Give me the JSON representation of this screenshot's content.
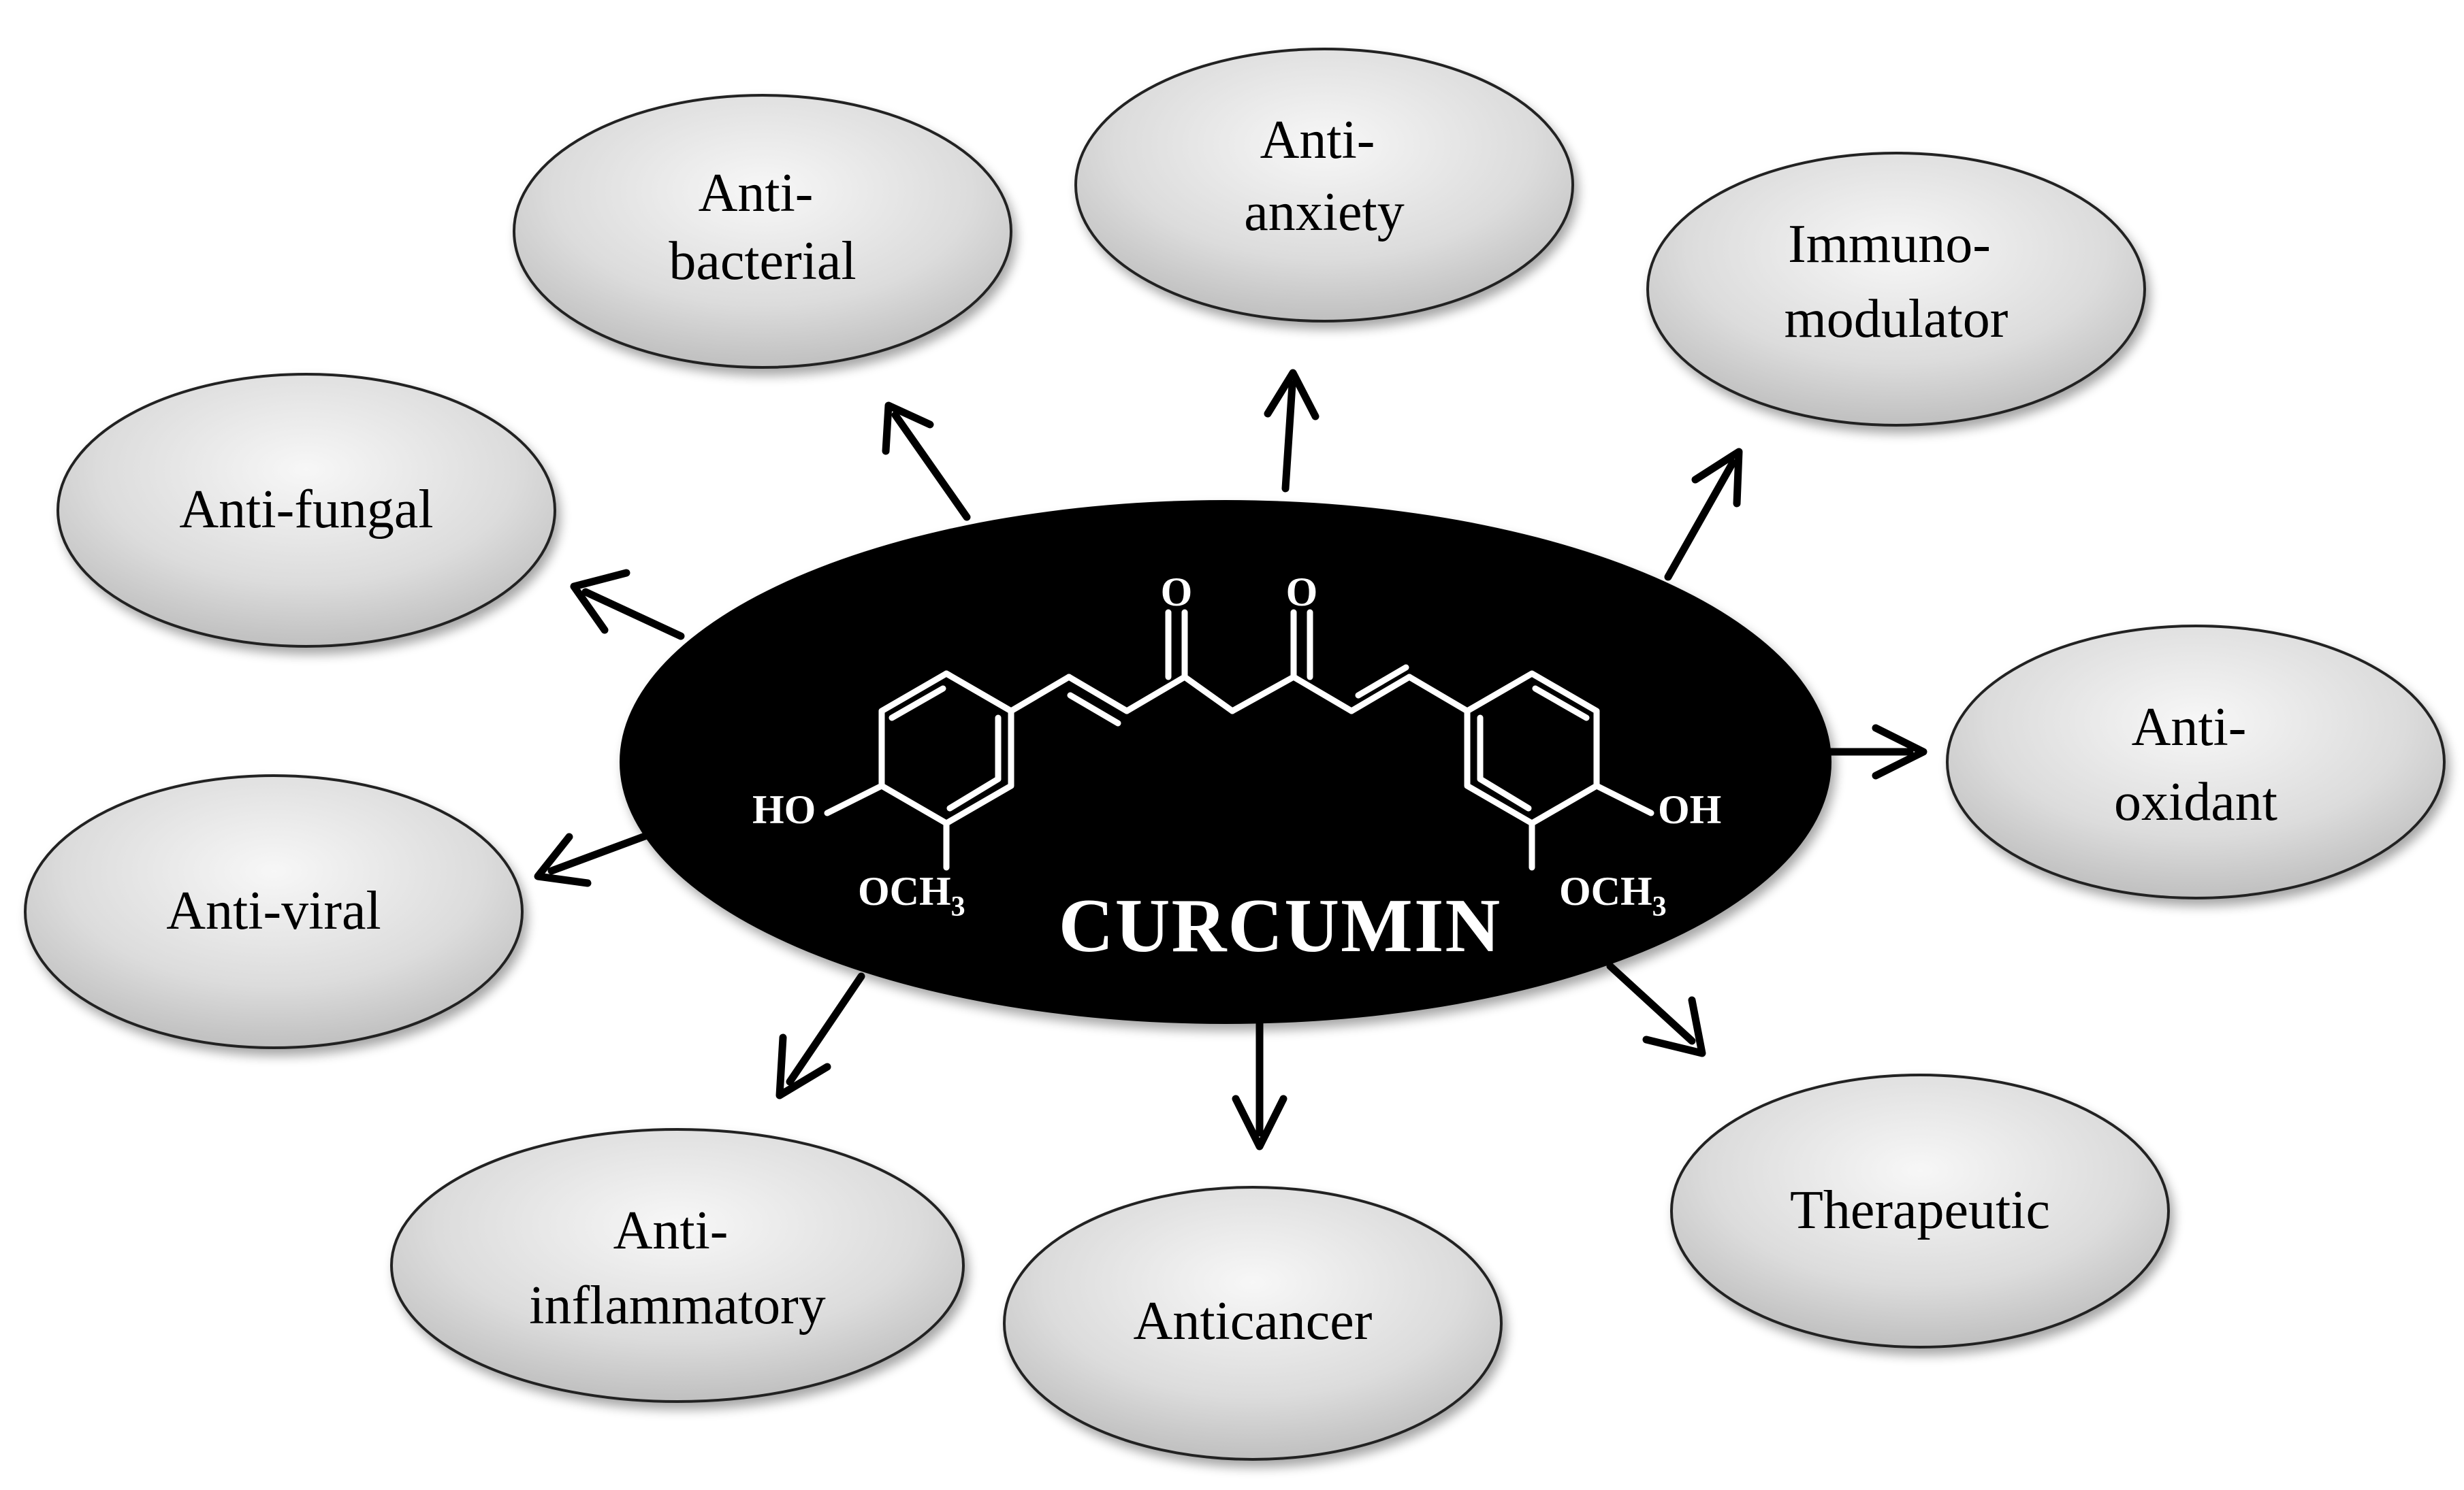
{
  "center": {
    "title": "CURCUMIN",
    "labels": {
      "oxygen_left": "O",
      "oxygen_right": "O",
      "ho_left": "HO",
      "oh_right": "OH",
      "methoxy_left_main": "OCH",
      "methoxy_left_sub": "3",
      "methoxy_right_main": "OCH",
      "methoxy_right_sub": "3"
    }
  },
  "properties": [
    {
      "id": "anti-bacterial",
      "lines": [
        "Anti-",
        "bacterial"
      ]
    },
    {
      "id": "anti-anxiety",
      "lines": [
        "Anti-",
        "anxiety"
      ]
    },
    {
      "id": "immuno-modulator",
      "lines": [
        "Immuno-",
        "modulator"
      ]
    },
    {
      "id": "anti-fungal",
      "lines": [
        "Anti-fungal"
      ]
    },
    {
      "id": "anti-oxidant",
      "lines": [
        "Anti-",
        "oxidant"
      ]
    },
    {
      "id": "anti-viral",
      "lines": [
        "Anti-viral"
      ]
    },
    {
      "id": "anti-inflammatory",
      "lines": [
        "Anti-",
        "inflammatory"
      ]
    },
    {
      "id": "anticancer",
      "lines": [
        "Anticancer"
      ]
    },
    {
      "id": "therapeutic",
      "lines": [
        "Therapeutic"
      ]
    }
  ]
}
